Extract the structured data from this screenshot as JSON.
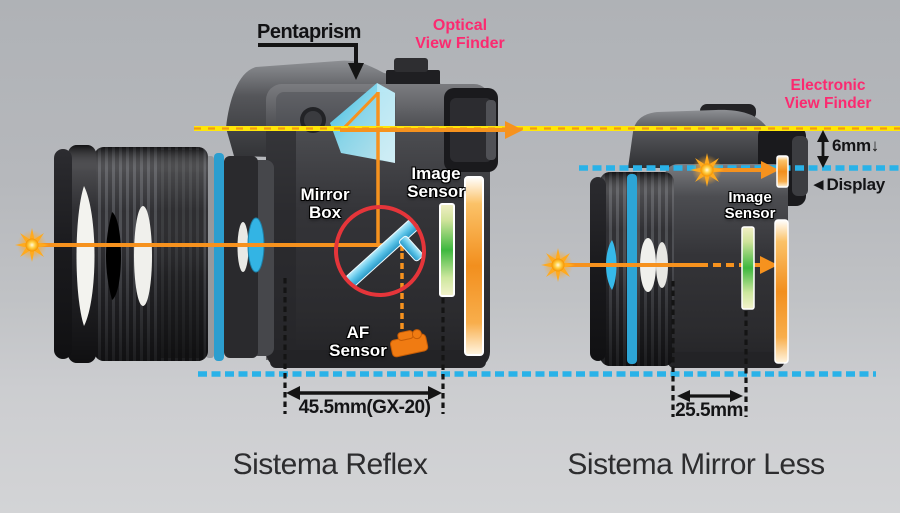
{
  "captions": {
    "reflex": "Sistema Reflex",
    "mirrorless": "Sistema Mirror Less"
  },
  "labels": {
    "pentaprism": "Pentaprism",
    "optical_vf": {
      "l1": "Optical",
      "l2": "View Finder"
    },
    "electronic_vf": {
      "l1": "Electronic",
      "l2": "View Finder"
    },
    "mirror_box": {
      "l1": "Mirror",
      "l2": "Box"
    },
    "image_sensor": {
      "l1": "Image",
      "l2": "Sensor"
    },
    "af_sensor": {
      "l1": "AF",
      "l2": "Sensor"
    },
    "evf_offset": "6mm↓",
    "display": "◄Display"
  },
  "measurements": {
    "reflex_flange": "45.5mm(GX-20)",
    "mirrorless_flange": "25.5mm"
  },
  "colors": {
    "light_path_orange": "#f6921e",
    "viewfinder_axis_yellow": "#ffe60a",
    "sensor_plane_cyan": "#29b2e8",
    "highlight_pink": "#fb2a70",
    "mirror_circle_red": "#e5353a",
    "sensor_green": "#3eb83f"
  }
}
